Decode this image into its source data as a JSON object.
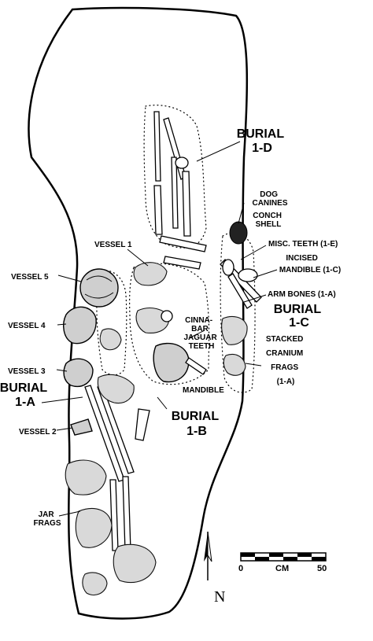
{
  "labels": {
    "burial_1d": [
      "BURIAL",
      "1-D"
    ],
    "dog_canines": [
      "DOG",
      "CANINES"
    ],
    "conch_shell": [
      "CONCH",
      "SHELL"
    ],
    "vessel_1": "VESSEL 1",
    "misc_teeth": "MISC. TEETH (1-E)",
    "incised_mandible": [
      "INCISED",
      "MANDIBLE (1-C)"
    ],
    "vessel_5": "VESSEL 5",
    "arm_bones": "ARM BONES (1-A)",
    "burial_1c": [
      "BURIAL",
      "1-C"
    ],
    "vessel_4": "VESSEL 4",
    "cinnabar": [
      "CINNA-",
      "BAR"
    ],
    "jaguar_teeth": [
      "JAGUAR",
      "TEETH"
    ],
    "stacked_cranium": [
      "STACKED",
      "CRANIUM",
      "FRAGS",
      "(1-A)"
    ],
    "vessel_3": "VESSEL 3",
    "mandible": "MANDIBLE",
    "burial_1a": [
      "BURIAL",
      "1-A"
    ],
    "burial_1b": [
      "BURIAL",
      "1-B"
    ],
    "vessel_2": "VESSEL 2",
    "jar_frags": [
      "JAR",
      "FRAGS"
    ]
  },
  "scale": {
    "min": "0",
    "unit": "CM",
    "max": "50"
  },
  "north": "N",
  "colors": {
    "ink": "#000000",
    "paper": "#ffffff",
    "stone": "#d9d9d9"
  },
  "icons": {
    "north_arrow": "north-arrow-icon",
    "scale_bar": "scale-bar-icon"
  }
}
